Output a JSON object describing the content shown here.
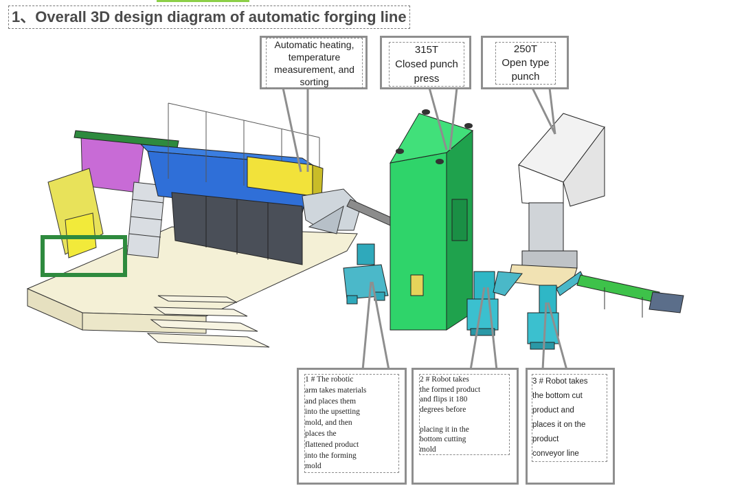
{
  "title": "1、Overall 3D design diagram of automatic forging line",
  "callouts": {
    "heating": "Automatic heating,\ntemperature\nmeasurement, and\nsorting",
    "press315": "315T\nClosed punch\npress",
    "punch250": "250T\nOpen type\npunch",
    "robot1": "1 # The robotic\narm takes materials\n and places them\ninto the upsetting\nmold, and then\nplaces the\nflattened product\ninto the forming\nmold",
    "robot2": "2 # Robot takes\nthe formed product\n and flips it 180\ndegrees before\n\nplacing it  in the\n bottom cutting\nmold",
    "robot3": "3 # Robot takes\nthe bottom cut\nproduct and\nplaces it on the\nproduct\nconveyor line"
  },
  "colors": {
    "callout_border": "#8e8e8e",
    "press_green": "#2fd46a",
    "heater_yellow": "#f2e23a",
    "machine_blue": "#2f6fd8",
    "robot_teal": "#2fb7c6",
    "conveyor_green": "#3ec24a",
    "accent_green": "#8ccf48"
  }
}
